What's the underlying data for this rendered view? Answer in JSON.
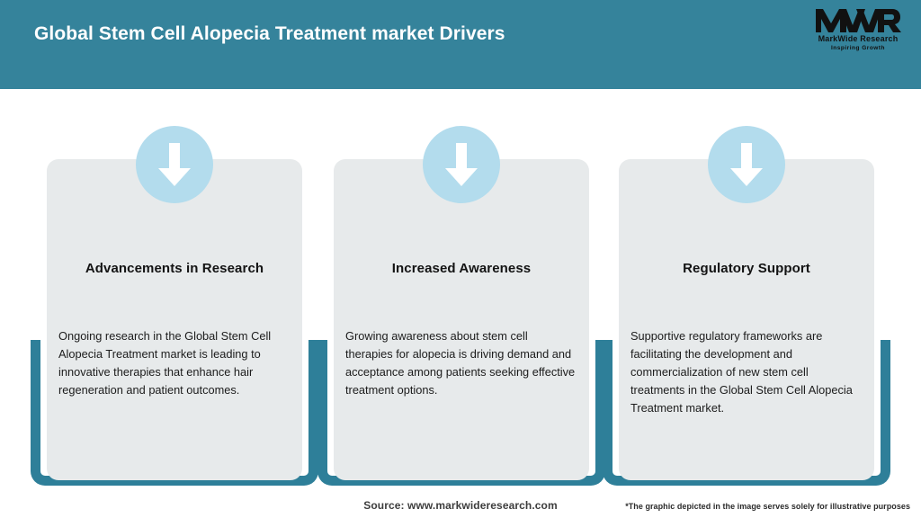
{
  "header": {
    "title": "Global Stem Cell Alopecia Treatment market Drivers",
    "bar_color": "#35839b",
    "title_color": "#ffffff"
  },
  "logo": {
    "mark": "MWR",
    "name": "MarkWide Research",
    "tagline": "Inspiring Growth"
  },
  "cards": [
    {
      "icon": "down-arrow-icon",
      "title": "Advancements in Research",
      "body": "Ongoing research in the Global Stem Cell Alopecia Treatment market is leading to innovative therapies that enhance hair regeneration and patient outcomes."
    },
    {
      "icon": "down-arrow-icon",
      "title": "Increased Awareness",
      "body": "Growing awareness about stem cell therapies for alopecia is driving demand and acceptance among patients seeking effective treatment options."
    },
    {
      "icon": "down-arrow-icon",
      "title": "Regulatory Support",
      "body": "Supportive regulatory frameworks are facilitating the development and commercialization of new stem cell treatments in the Global Stem Cell Alopecia Treatment market."
    }
  ],
  "footer": {
    "source": "Source: www.markwideresearch.com",
    "disclaimer": "*The graphic depicted in the image serves solely for illustrative purposes"
  },
  "colors": {
    "brand_teal": "#35839b",
    "bracket_teal": "#2e7f99",
    "card_gray": "#e7eaeb",
    "badge_blue": "#b3dced"
  }
}
